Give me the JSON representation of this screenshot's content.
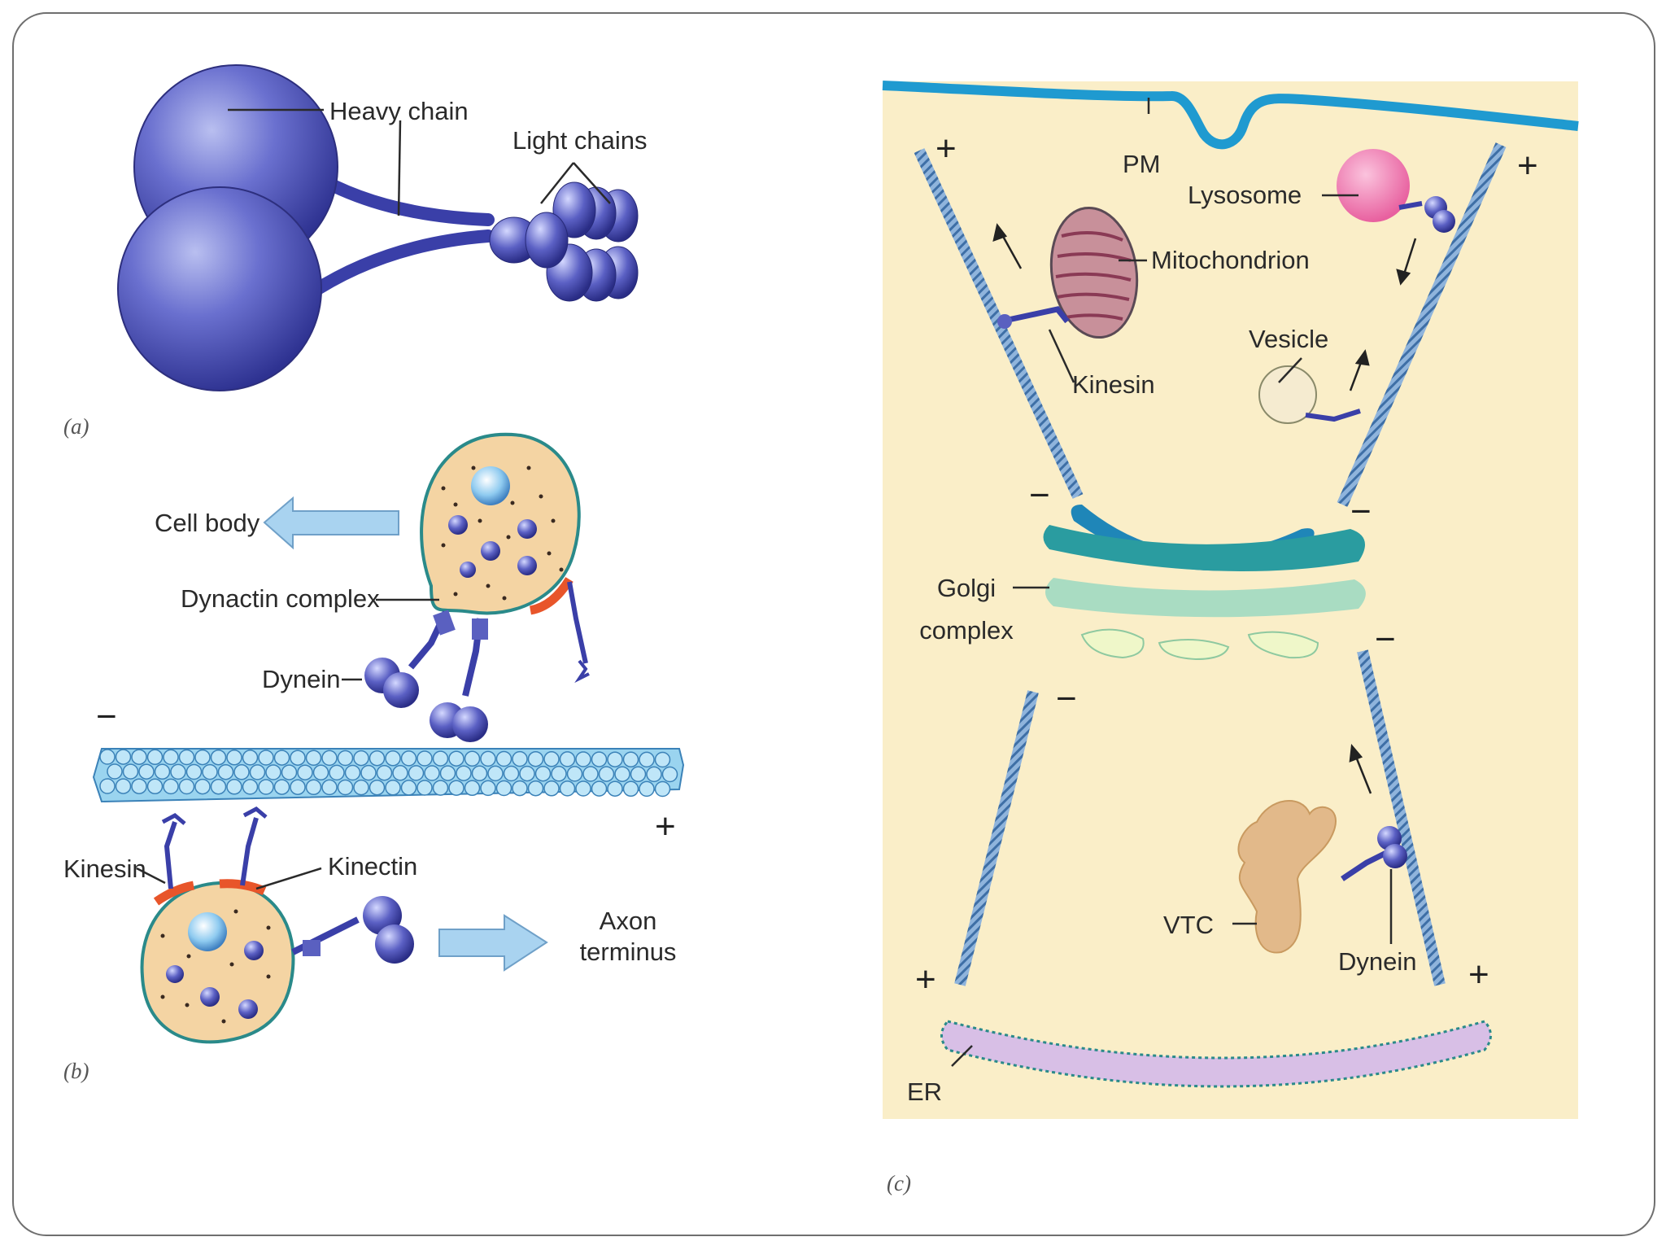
{
  "panel_a": {
    "label": "(a)",
    "heavy_chain": "Heavy chain",
    "light_chains": "Light chains"
  },
  "panel_b": {
    "label": "(b)",
    "cell_body": "Cell body",
    "dynactin_complex": "Dynactin complex",
    "dynein": "Dynein",
    "kinesin": "Kinesin",
    "kinectin": "Kinectin",
    "axon_terminus_line1": "Axon",
    "axon_terminus_line2": "terminus",
    "minus_sign": "−",
    "plus_sign": "+"
  },
  "panel_c": {
    "label": "(c)",
    "pm": "PM",
    "lysosome": "Lysosome",
    "mitochondrion": "Mitochondrion",
    "vesicle": "Vesicle",
    "kinesin": "Kinesin",
    "golgi_line1": "Golgi",
    "golgi_line2": "complex",
    "vtc": "VTC",
    "dynein": "Dynein",
    "er": "ER",
    "plus_sign": "+",
    "minus_sign": "−"
  },
  "colors": {
    "motor_blue": "#4a4fb8",
    "cell_background": "#faeec8",
    "membrane_blue": "#1f9ad0",
    "microtubule": "#5b8fc4",
    "lysosome_pink": "#ef7fb0",
    "vtc_tan": "#e2b98a",
    "er_lilac": "#d8bfe6",
    "golgi_teal": "#2a9ca0"
  }
}
